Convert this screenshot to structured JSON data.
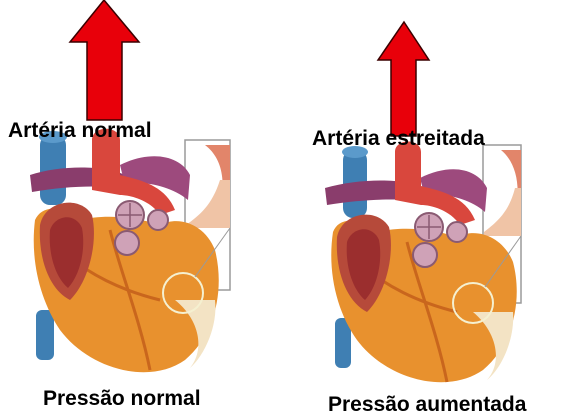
{
  "panels": {
    "normal": {
      "artery_label": "Artéria normal",
      "pressure_label": "Pressão normal",
      "arrow_color": "#e8000a"
    },
    "narrowed": {
      "artery_label": "Artéria estreitada",
      "pressure_label": "Pressão aumentada",
      "arrow_color": "#e8000a"
    }
  },
  "colors": {
    "heart_muscle": "#e8912e",
    "aorta": "#d9473d",
    "pulmonary_artery": "#8a3d6c",
    "vena_cava": "#3f7fb3",
    "valve": "#cfa2b7",
    "inner_chamber": "#9b2e2e"
  }
}
